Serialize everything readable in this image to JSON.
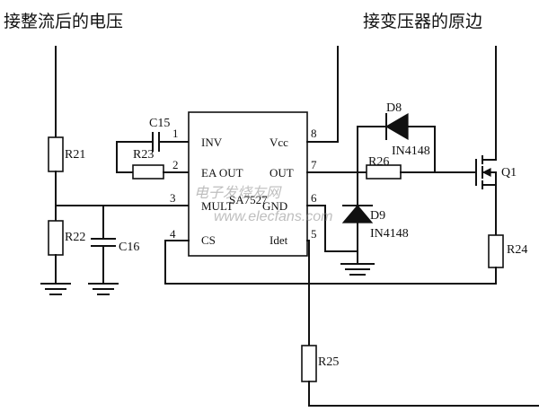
{
  "titles": {
    "left": "接整流后的电压",
    "right": "接变压器的原边"
  },
  "chip": {
    "part_number": "SA7527",
    "pins": {
      "p1": {
        "num": "1",
        "name": "INV"
      },
      "p2": {
        "num": "2",
        "name": "EA OUT"
      },
      "p3": {
        "num": "3",
        "name": "MULT"
      },
      "p4": {
        "num": "4",
        "name": "CS"
      },
      "p5": {
        "num": "5",
        "name": "Idet"
      },
      "p6": {
        "num": "6",
        "name": "GND"
      },
      "p7": {
        "num": "7",
        "name": "OUT"
      },
      "p8": {
        "num": "8",
        "name": "Vcc"
      }
    }
  },
  "components": {
    "r21": "R21",
    "r22": "R22",
    "r23": "R23",
    "r24": "R24",
    "r25": "R25",
    "r26": "R26",
    "c15": "C15",
    "c16": "C16",
    "d8": "D8",
    "d8_part": "IN4148",
    "d9": "D9",
    "d9_part": "IN4148",
    "q1": "Q1"
  },
  "watermark": {
    "cn": "电子发烧友网",
    "url": "www.elecfans.com"
  }
}
